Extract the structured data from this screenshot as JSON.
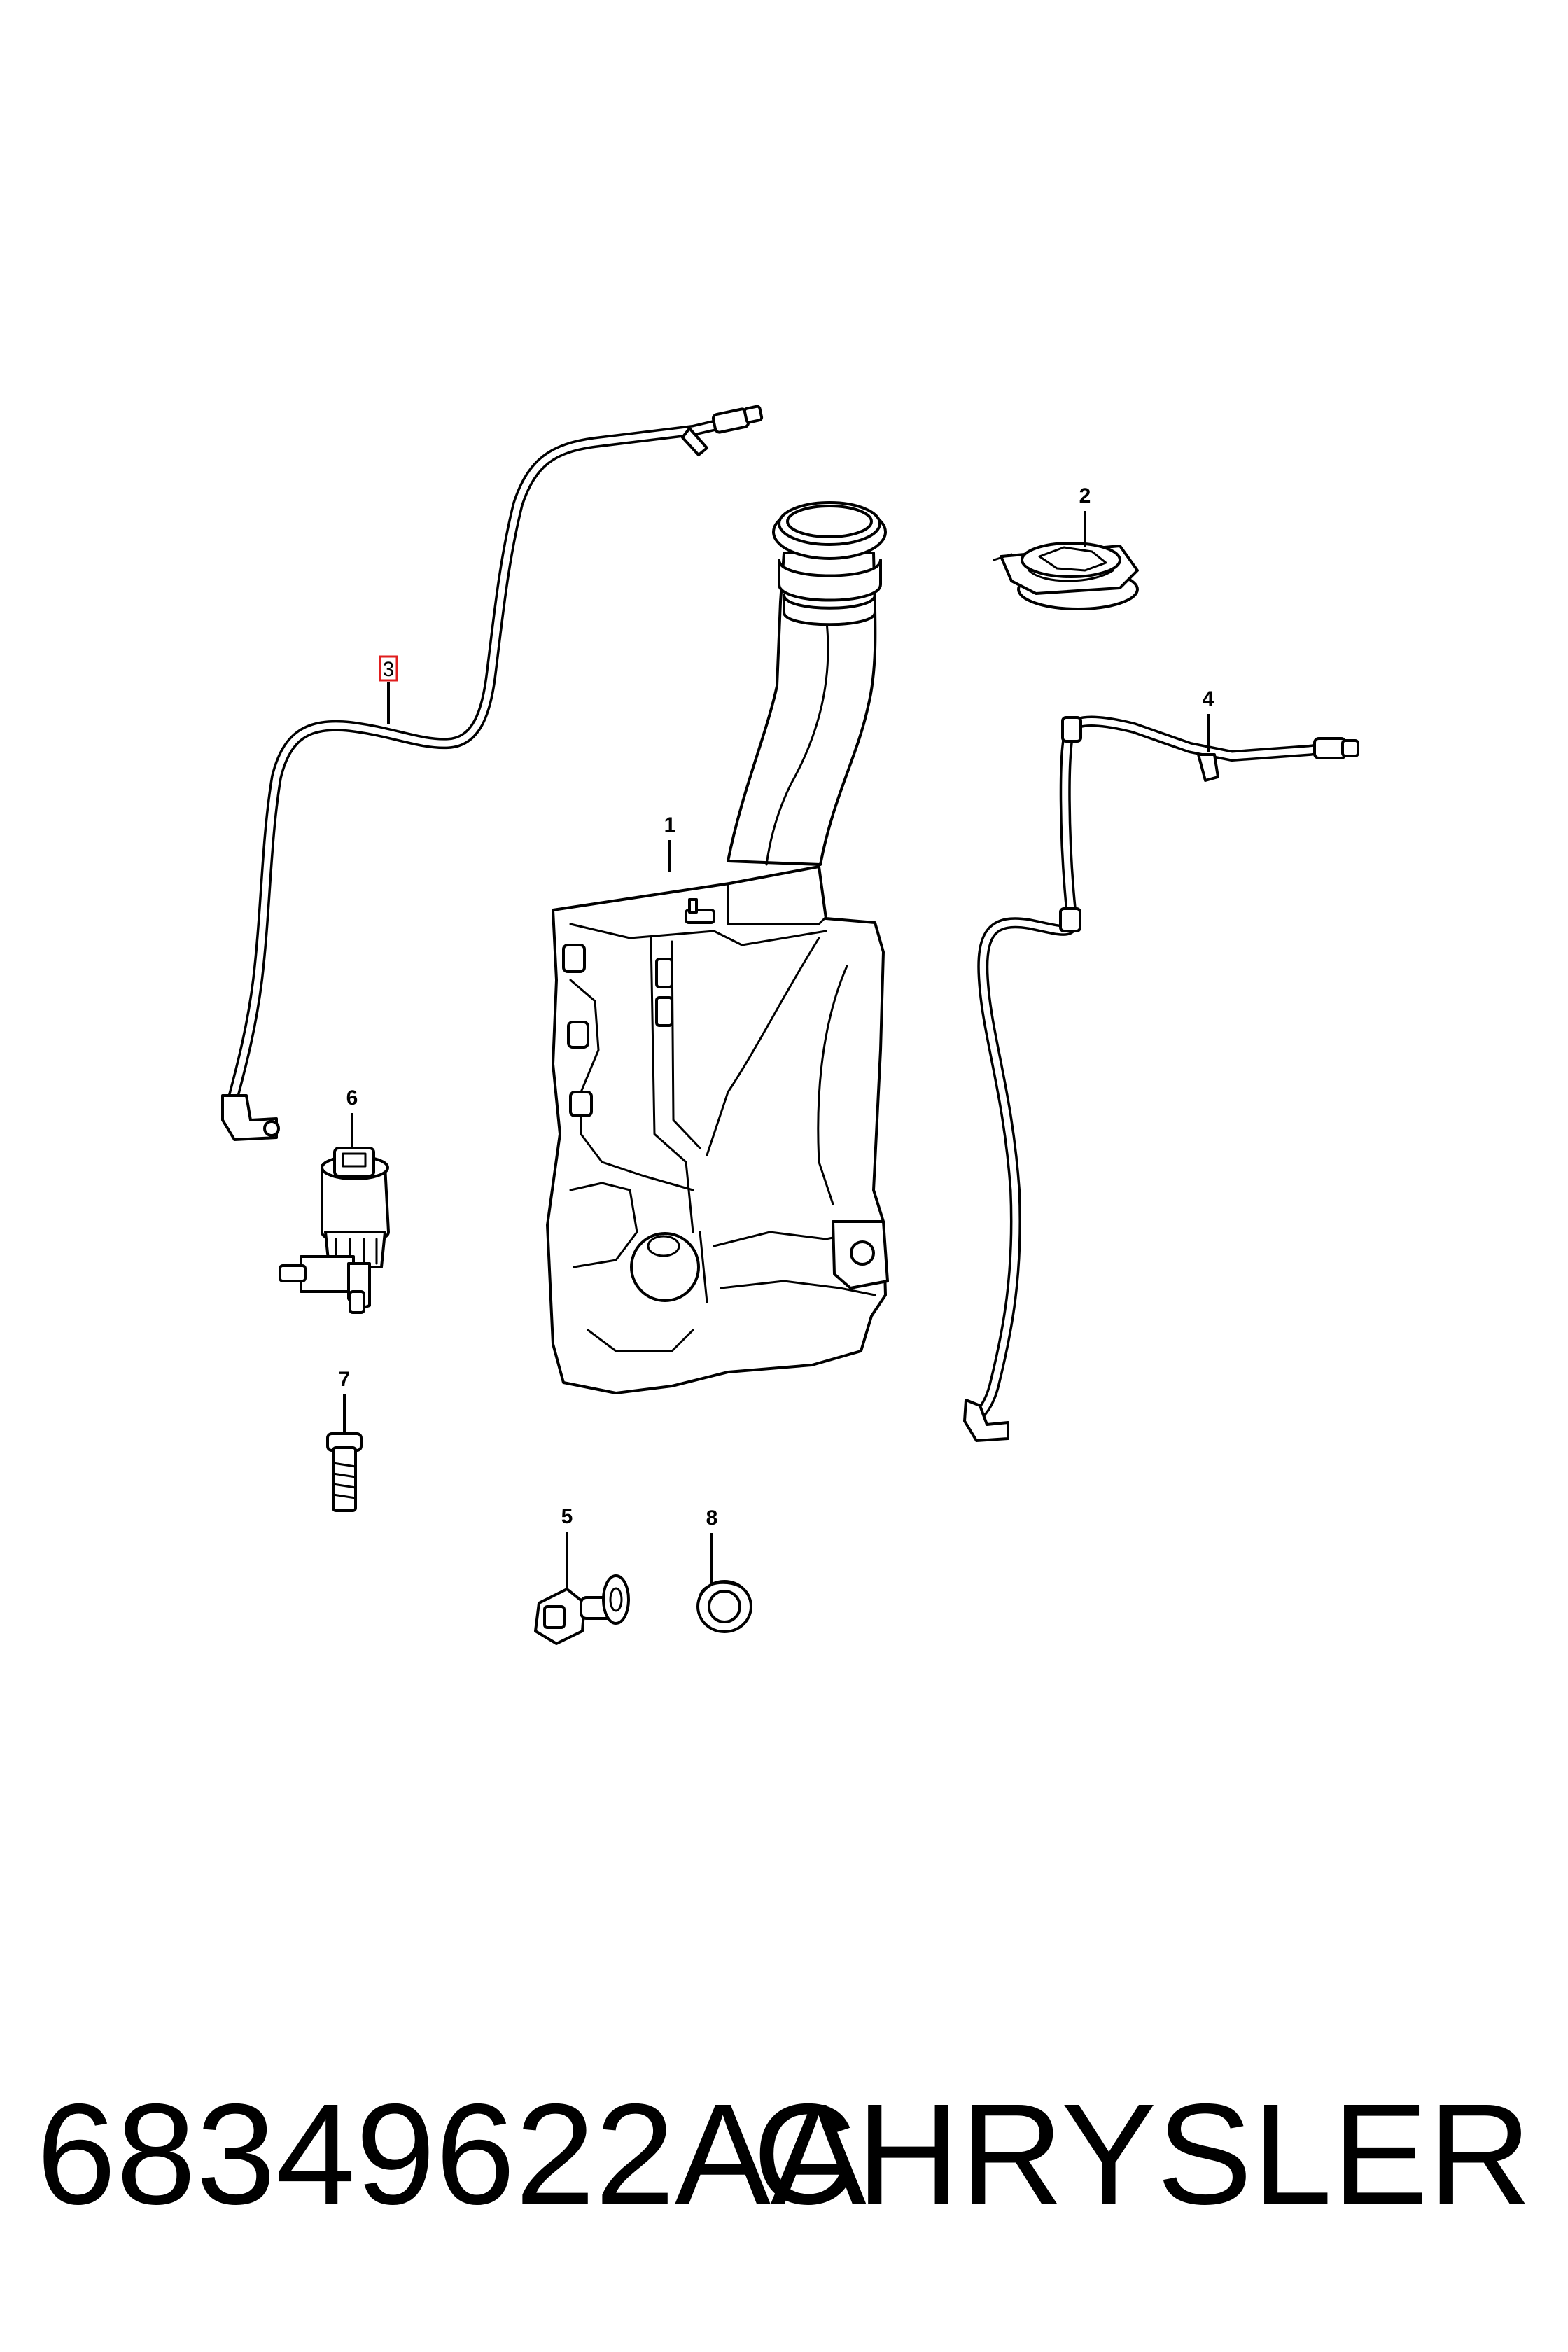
{
  "diagram": {
    "callouts": {
      "c1": "1",
      "c2": "2",
      "c3": "3",
      "c4": "4",
      "c5": "5",
      "c6": "6",
      "c7": "7",
      "c8": "8"
    },
    "highlighted_callout": "3",
    "highlight_color": "#e01e1e"
  },
  "footer": {
    "part_number": "68349622AA",
    "brand": "CHRYSLER"
  }
}
